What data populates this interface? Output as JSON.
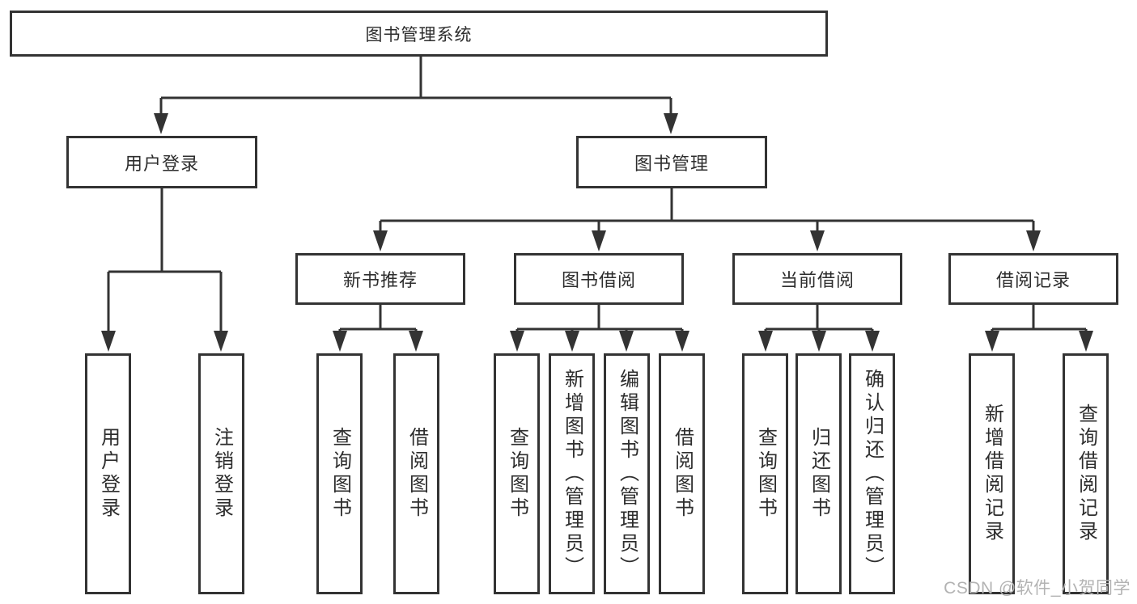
{
  "chart": {
    "type": "tree-diagram",
    "root": {
      "label": "图书管理系统"
    },
    "level2": [
      {
        "label": "用户登录"
      },
      {
        "label": "图书管理"
      }
    ],
    "level3": [
      {
        "label": "新书推荐"
      },
      {
        "label": "图书借阅"
      },
      {
        "label": "当前借阅"
      },
      {
        "label": "借阅记录"
      }
    ],
    "leaves": {
      "user_login": [
        {
          "label": "用户登录"
        },
        {
          "label": "注销登录"
        }
      ],
      "new_book": [
        {
          "label": "查询图书"
        },
        {
          "label": "借阅图书"
        }
      ],
      "book_borrow": [
        {
          "label": "查询图书"
        },
        {
          "label": "新增图书（管理员）"
        },
        {
          "label": "编辑图书（管理员）"
        },
        {
          "label": "借阅图书"
        }
      ],
      "current_borrow": [
        {
          "label": "查询图书"
        },
        {
          "label": "归还图书"
        },
        {
          "label": "确认归还（管理员）"
        }
      ],
      "borrow_record": [
        {
          "label": "新增借阅记录"
        },
        {
          "label": "查询借阅记录"
        }
      ]
    },
    "watermark": "CSDN @软件_小贺同学",
    "colors": {
      "line": "#333333",
      "text": "#2d2d2d",
      "watermark": "#b3b3b3",
      "background": "#ffffff"
    }
  }
}
